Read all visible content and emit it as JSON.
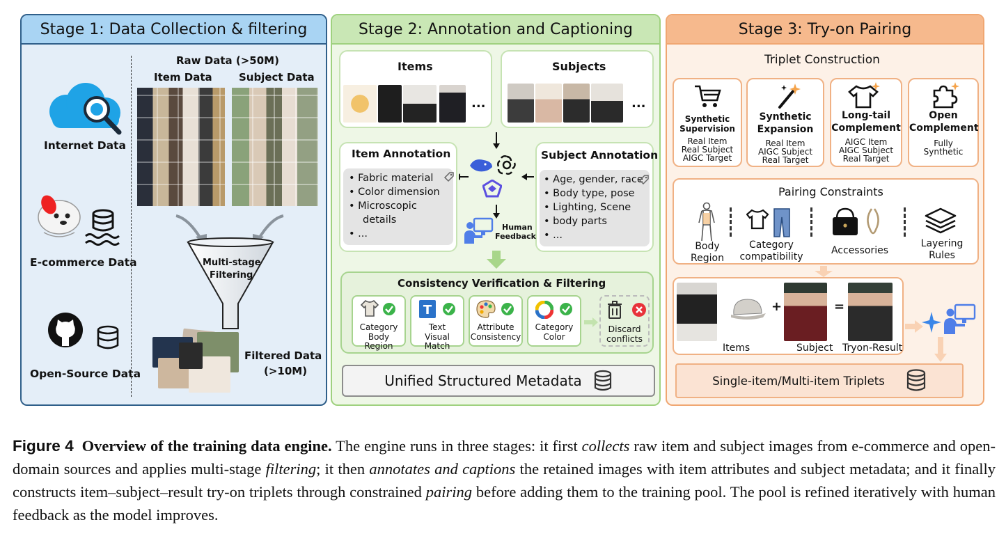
{
  "colors": {
    "stage1_border": "#2f5f8a",
    "stage1_header": "#a9d4f3",
    "stage1_bg": "#e4eef8",
    "stage2_border": "#9fd17f",
    "stage2_header": "#c9e7b5",
    "stage2_bg": "#eef7e6",
    "stage3_border": "#f0a772",
    "stage3_header": "#f6b98d",
    "stage3_bg": "#fdf1e7"
  },
  "stage1": {
    "title": "Stage 1: Data Collection & filtering",
    "sources": [
      "Internet Data",
      "E-commerce Data",
      "Open-Source Data"
    ],
    "raw_data": "Raw Data (>50M)",
    "item_data": "Item Data",
    "subject_data": "Subject Data",
    "filter_label_1": "Multi-stage",
    "filter_label_2": "Filtering",
    "filtered_1": "Filtered Data",
    "filtered_2": "(>10M)",
    "icons": [
      "cloud-search-icon",
      "ecommerce-dog-icon",
      "database-icon",
      "github-icon",
      "funnel-icon"
    ]
  },
  "stage2": {
    "title": "Stage 2: Annotation and Captioning",
    "items_title": "Items",
    "subjects_title": "Subjects",
    "ellipsis": "...",
    "item_annotation": {
      "title": "Item Annotation",
      "bullets": [
        "Fabric material",
        "Color dimension",
        "Microscopic",
        "details",
        "..."
      ]
    },
    "subject_annotation": {
      "title": "Subject Annotation",
      "bullets": [
        "Age, gender, race",
        "Body type, pose",
        "Lighting, Scene",
        "body parts",
        "..."
      ]
    },
    "human_1": "Human",
    "human_2": "Feedback",
    "verify": {
      "title": "Consistency Verification & Filtering",
      "cards": [
        {
          "l1": "Category",
          "l2": "Body Region",
          "icon": "shirt-icon"
        },
        {
          "l1": "Text",
          "l2": "Visual Match",
          "icon": "text-icon"
        },
        {
          "l1": "Attribute",
          "l2": "Consistency",
          "icon": "palette-icon"
        },
        {
          "l1": "Category",
          "l2": "Color",
          "icon": "color-wheel-icon"
        }
      ],
      "discard_1": "Discard",
      "discard_2": "conflicts"
    },
    "metadata": "Unified Structured Metadata"
  },
  "stage3": {
    "title": "Stage 3: Try-on Pairing",
    "triplet_title": "Triplet Construction",
    "triplets": [
      {
        "t1": "Synthetic",
        "t2": "Supervision",
        "l1": "Real Item",
        "l2": "Real Subject",
        "l3": "AIGC Target",
        "icon": "cart-icon"
      },
      {
        "t1": "Synthetic",
        "t2": "Expansion",
        "l1": "Real Item",
        "l2": "AIGC Subject",
        "l3": "Real Target",
        "icon": "magic-wand-icon"
      },
      {
        "t1": "Long-tail",
        "t2": "Complement",
        "l1": "AIGC Item",
        "l2": "AIGC Subject",
        "l3": "Real Target",
        "icon": "tshirt-sparkle-icon"
      },
      {
        "t1": "Open",
        "t2": "Complement",
        "l1": "Fully",
        "l2": "Synthetic",
        "l3": "",
        "icon": "puzzle-icon"
      }
    ],
    "constraints_title": "Pairing Constraints",
    "constraints": [
      {
        "l1": "Body",
        "l2": "Region",
        "icon": "body-icon"
      },
      {
        "l1": "Category",
        "l2": "compatibility",
        "icon": "clothes-icon"
      },
      {
        "l1": "Accessories",
        "l2": "",
        "icon": "bag-icon"
      },
      {
        "l1": "Layering",
        "l2": "Rules",
        "icon": "layers-icon"
      }
    ],
    "plus": "+",
    "equals": "=",
    "items_label": "Items",
    "subject_label": "Subject",
    "result_label": "Tryon-Result",
    "output": "Single-item/Multi-item Triplets"
  },
  "caption": {
    "fig": "Figure 4",
    "bold": "Overview of the training data engine.",
    "p1": " The engine runs in three stages: it first ",
    "i1": "collects",
    "p2": " raw item and subject images from e-commerce and open-domain sources and applies multi-stage ",
    "i2": "filtering",
    "p3": "; it then ",
    "i3": "annotates and captions",
    "p4": " the retained images with item attributes and subject metadata; and it finally constructs item–subject–result try-on triplets through constrained ",
    "i4": "pairing",
    "p5": " before adding them to the training pool. The pool is refined iteratively with human feedback as the model improves."
  }
}
